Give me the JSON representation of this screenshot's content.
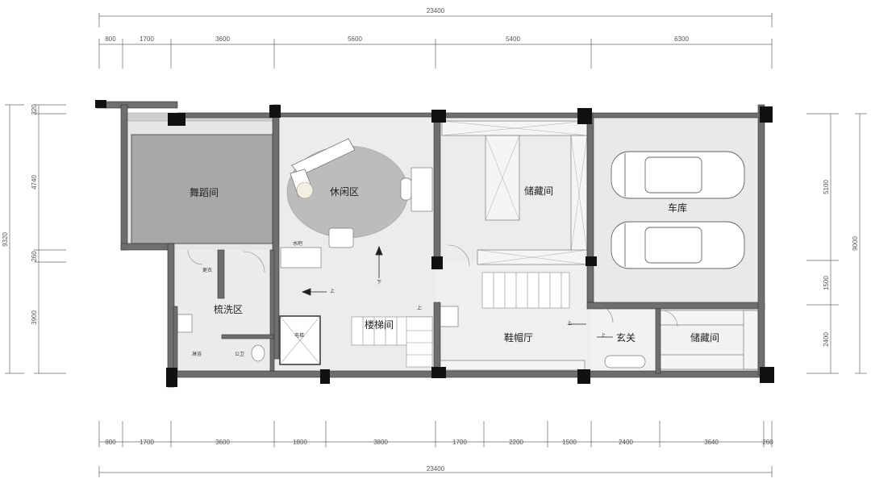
{
  "dimensions": {
    "top_total": "23400",
    "top_segments": [
      "800",
      "1700",
      "3600",
      "5600",
      "5400",
      "6300"
    ],
    "bottom_segments": [
      "800",
      "1700",
      "3600",
      "1800",
      "3800",
      "1700",
      "2200",
      "1500",
      "2400",
      "3640",
      "260"
    ],
    "bottom_total": "23400",
    "left_total": "9320",
    "left_segments": [
      "320",
      "4740",
      "260",
      "3900"
    ],
    "right_total": "9000",
    "right_segments": [
      "5100",
      "1500",
      "2400"
    ]
  },
  "rooms": {
    "dance": "舞蹈间",
    "lounge": "休闲区",
    "storage_top": "储藏间",
    "garage": "车库",
    "wash": "梳洗区",
    "stair": "楼梯间",
    "shoe": "鞋帽厅",
    "foyer": "玄关",
    "storage_bottom": "储藏间"
  },
  "labels": {
    "water_bar": "水吧",
    "changing": "更衣",
    "shower": "淋浴",
    "toilet": "公卫",
    "elevator": "电梯",
    "up": "上",
    "down": "下"
  }
}
